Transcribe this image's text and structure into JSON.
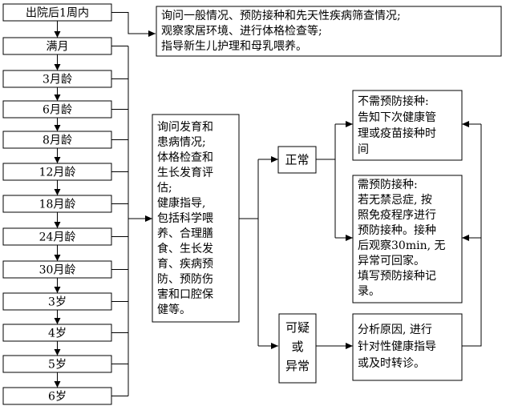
{
  "visits": [
    "出院后1周内",
    "满月",
    "3月龄",
    "6月龄",
    "8月龄",
    "12月龄",
    "18月龄",
    "24月龄",
    "30月龄",
    "3岁",
    "4岁",
    "5岁",
    "6岁"
  ],
  "first_visit_content": [
    "询问一般情况、预防接种和先天性疾病筛查情况;",
    "观察家居环境、进行体格检查等;",
    "指导新生儿护理和母乳喂养。"
  ],
  "followup_content": [
    "询问发育和",
    "患病情况;",
    "体格检查和",
    "生长发育评",
    "估;",
    "健康指导,",
    "包括科学喂",
    "养、合理膳",
    "食、生长发",
    "育、疾病预",
    "防、预防伤",
    "害和口腔保",
    "健等。"
  ],
  "normal_label": "正常",
  "abnormal_label": [
    "可疑",
    "或",
    "异常"
  ],
  "no_vaccine_content": [
    "不需预防接种:",
    "告知下次健康管",
    "理或疫苗接种时",
    "间"
  ],
  "vaccine_content": [
    "需预防接种:",
    "若无禁忌症, 按",
    "照免疫程序进行",
    "预防接种。接种",
    "后观察30min, 无",
    "异常可回家。",
    "填写预防接种记",
    "录。"
  ],
  "abnormal_content": [
    "分析原因, 进行",
    "针对性健康指导",
    "或及时转诊。"
  ]
}
